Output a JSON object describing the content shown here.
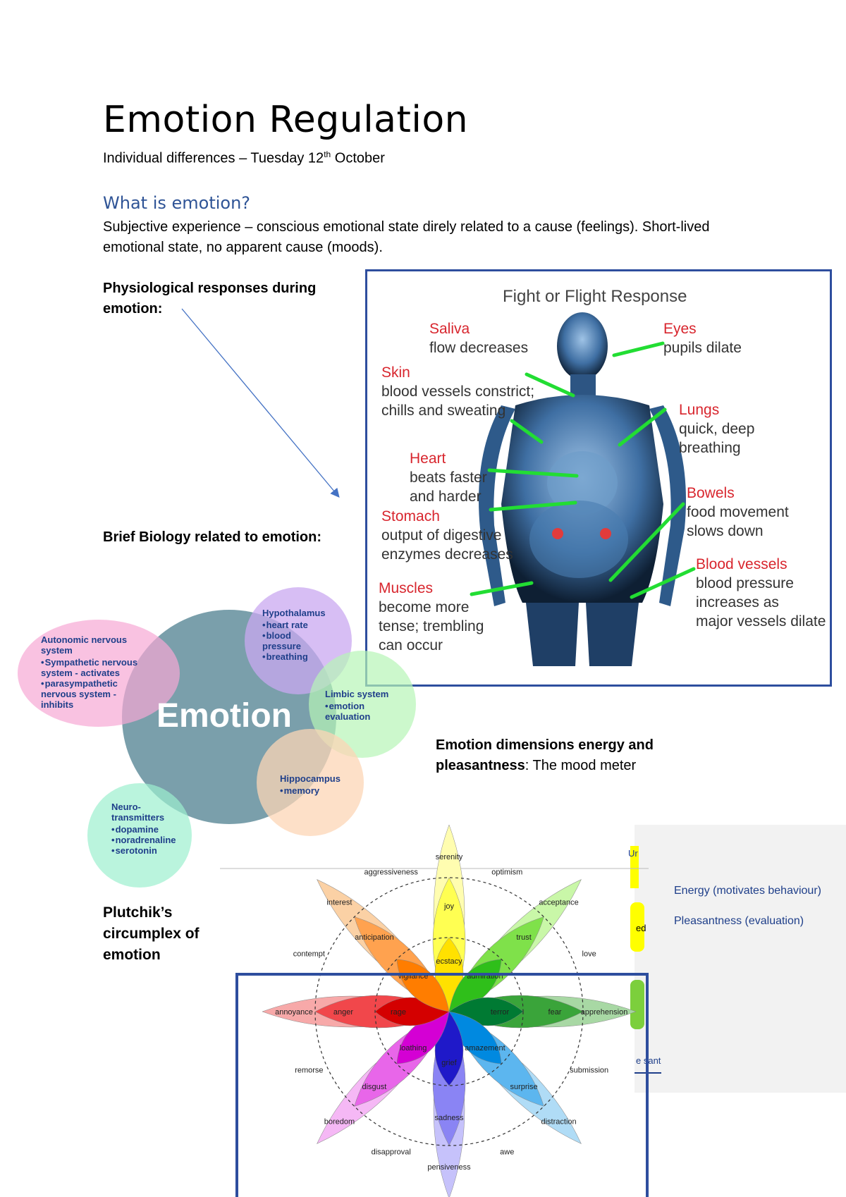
{
  "header": {
    "title": "Emotion Regulation",
    "subtitle_pre": "Individual differences – Tuesday 12",
    "subtitle_sup": "th",
    "subtitle_post": " October"
  },
  "section": {
    "heading": "What is emotion?",
    "paragraph": "Subjective experience – conscious emotional state direly related to a cause (feelings). Short-lived emotional state, no apparent cause (moods)."
  },
  "labels": {
    "physiological": "Physiological responses during emotion:",
    "biology": "Brief Biology related to emotion:",
    "dimensions_bold": "Emotion dimensions energy and pleasantness",
    "dimensions_rest": ": The mood meter",
    "plutchik": "Plutchik’s circumplex of emotion"
  },
  "fight_flight": {
    "title": "Fight or Flight Response",
    "items": [
      {
        "name": "Saliva",
        "lines": [
          "flow decreases"
        ]
      },
      {
        "name": "Eyes",
        "lines": [
          "pupils dilate"
        ]
      },
      {
        "name": "Skin",
        "lines": [
          "blood vessels constrict;",
          "chills and sweating"
        ]
      },
      {
        "name": "Lungs",
        "lines": [
          "quick, deep",
          "breathing"
        ]
      },
      {
        "name": "Heart",
        "lines": [
          "beats faster",
          "and harder"
        ]
      },
      {
        "name": "Bowels",
        "lines": [
          "food movement",
          "slows down"
        ]
      },
      {
        "name": "Stomach",
        "lines": [
          "output of digestive",
          "enzymes decreases"
        ]
      },
      {
        "name": "Blood vessels",
        "lines": [
          "blood pressure",
          "increases as",
          "major vessels dilate"
        ]
      },
      {
        "name": "Muscles",
        "lines": [
          "become more",
          "tense; trembling",
          "can occur"
        ]
      }
    ]
  },
  "venn": {
    "center": "Emotion",
    "circles": [
      {
        "title": "Autonomic nervous system",
        "items": [
          "Sympathetic nervous system - activates",
          "parasympathetic nervous system - inhibits"
        ]
      },
      {
        "title": "Hypothalamus",
        "items": [
          "heart rate",
          "blood pressure",
          "breathing"
        ]
      },
      {
        "title": "Limbic system",
        "items": [
          "emotion evaluation"
        ]
      },
      {
        "title": "Hippocampus",
        "items": [
          "memory"
        ]
      },
      {
        "title": "Neuro-transmitters",
        "items": [
          "dopamine",
          "noradrenaline",
          "serotonin"
        ]
      }
    ]
  },
  "mood_meter": {
    "energy": "Energy (motivates behaviour)",
    "pleasantness": "Pleasantness (evaluation)",
    "fragments": [
      "Ur",
      "ed",
      "e sant"
    ]
  },
  "plutchik": {
    "outer": [
      "optimism",
      "love",
      "submission",
      "awe",
      "disapproval",
      "remorse",
      "contempt",
      "aggressiveness"
    ],
    "petals": [
      {
        "outer": "serenity",
        "mid": "joy",
        "inner": "ecstacy"
      },
      {
        "outer": "acceptance",
        "mid": "trust",
        "inner": "admiration"
      },
      {
        "outer": "apprehension",
        "mid": "fear",
        "inner": "terror"
      },
      {
        "outer": "distraction",
        "mid": "surprise",
        "inner": "amazement"
      },
      {
        "outer": "pensiveness",
        "mid": "sadness",
        "inner": "grief"
      },
      {
        "outer": "boredom",
        "mid": "disgust",
        "inner": "loathing"
      },
      {
        "outer": "annoyance",
        "mid": "anger",
        "inner": "rage"
      },
      {
        "outer": "interest",
        "mid": "anticipation",
        "inner": "vigilance"
      }
    ],
    "colors": [
      [
        "#fffdb0",
        "#ffff52",
        "#ffe100"
      ],
      [
        "#c9f7a8",
        "#7fe14a",
        "#2fbf1a"
      ],
      [
        "#a8d8a4",
        "#3aa43a",
        "#007a33"
      ],
      [
        "#b0dcf6",
        "#5cb6ef",
        "#0089e0"
      ],
      [
        "#c6c2fb",
        "#8a84f4",
        "#1f19c9"
      ],
      [
        "#f5b8f5",
        "#e866e9",
        "#d400d4"
      ],
      [
        "#f7a9a9",
        "#f1474b",
        "#d40000"
      ],
      [
        "#fbd1a5",
        "#ffa24f",
        "#ff7d00"
      ]
    ]
  }
}
